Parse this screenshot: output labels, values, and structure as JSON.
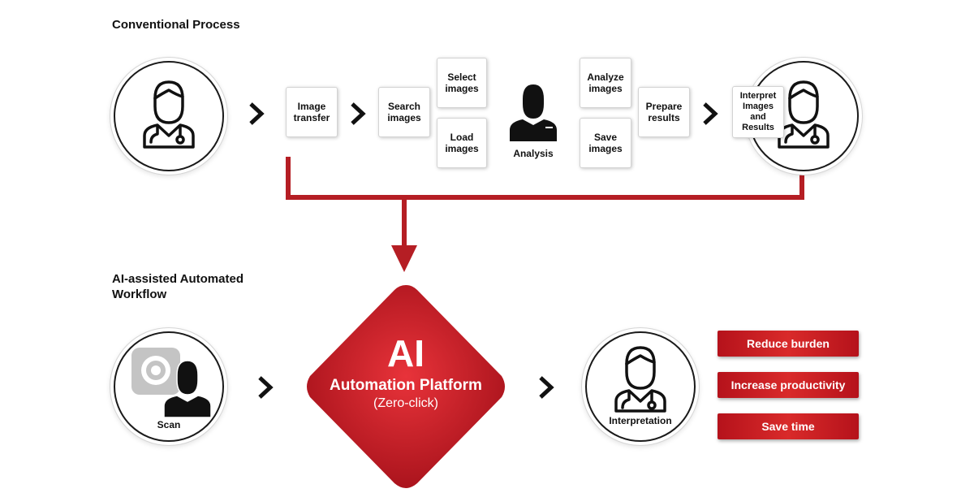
{
  "conventional": {
    "title": "Conventional Process",
    "steps": {
      "image_transfer": "Image\ntransfer",
      "search_images": "Search\nimages",
      "select_images": "Select\nimages",
      "load_images": "Load\nimages",
      "analysis": "Analysis",
      "analyze_images": "Analyze\nimages",
      "save_images": "Save\nimages",
      "prepare_results": "Prepare\nresults",
      "interpret": "Interpret\nImages and\nResults"
    }
  },
  "automated": {
    "title": "AI-assisted Automated\nWorkflow",
    "scan_label": "Scan",
    "ai": {
      "headline": "AI",
      "platform": "Automation Platform",
      "subtitle": "(Zero-click)"
    },
    "interpretation_label": "Interpretation",
    "benefits": [
      "Reduce burden",
      "Increase productivity",
      "Save time"
    ]
  },
  "colors": {
    "accent_red": "#b5121b",
    "connector_red": "#b51e24",
    "text": "#111111"
  },
  "icons": [
    "doctor-icon",
    "technician-icon",
    "ct-scanner-icon",
    "chevron-right-icon",
    "arrow-down-icon"
  ]
}
